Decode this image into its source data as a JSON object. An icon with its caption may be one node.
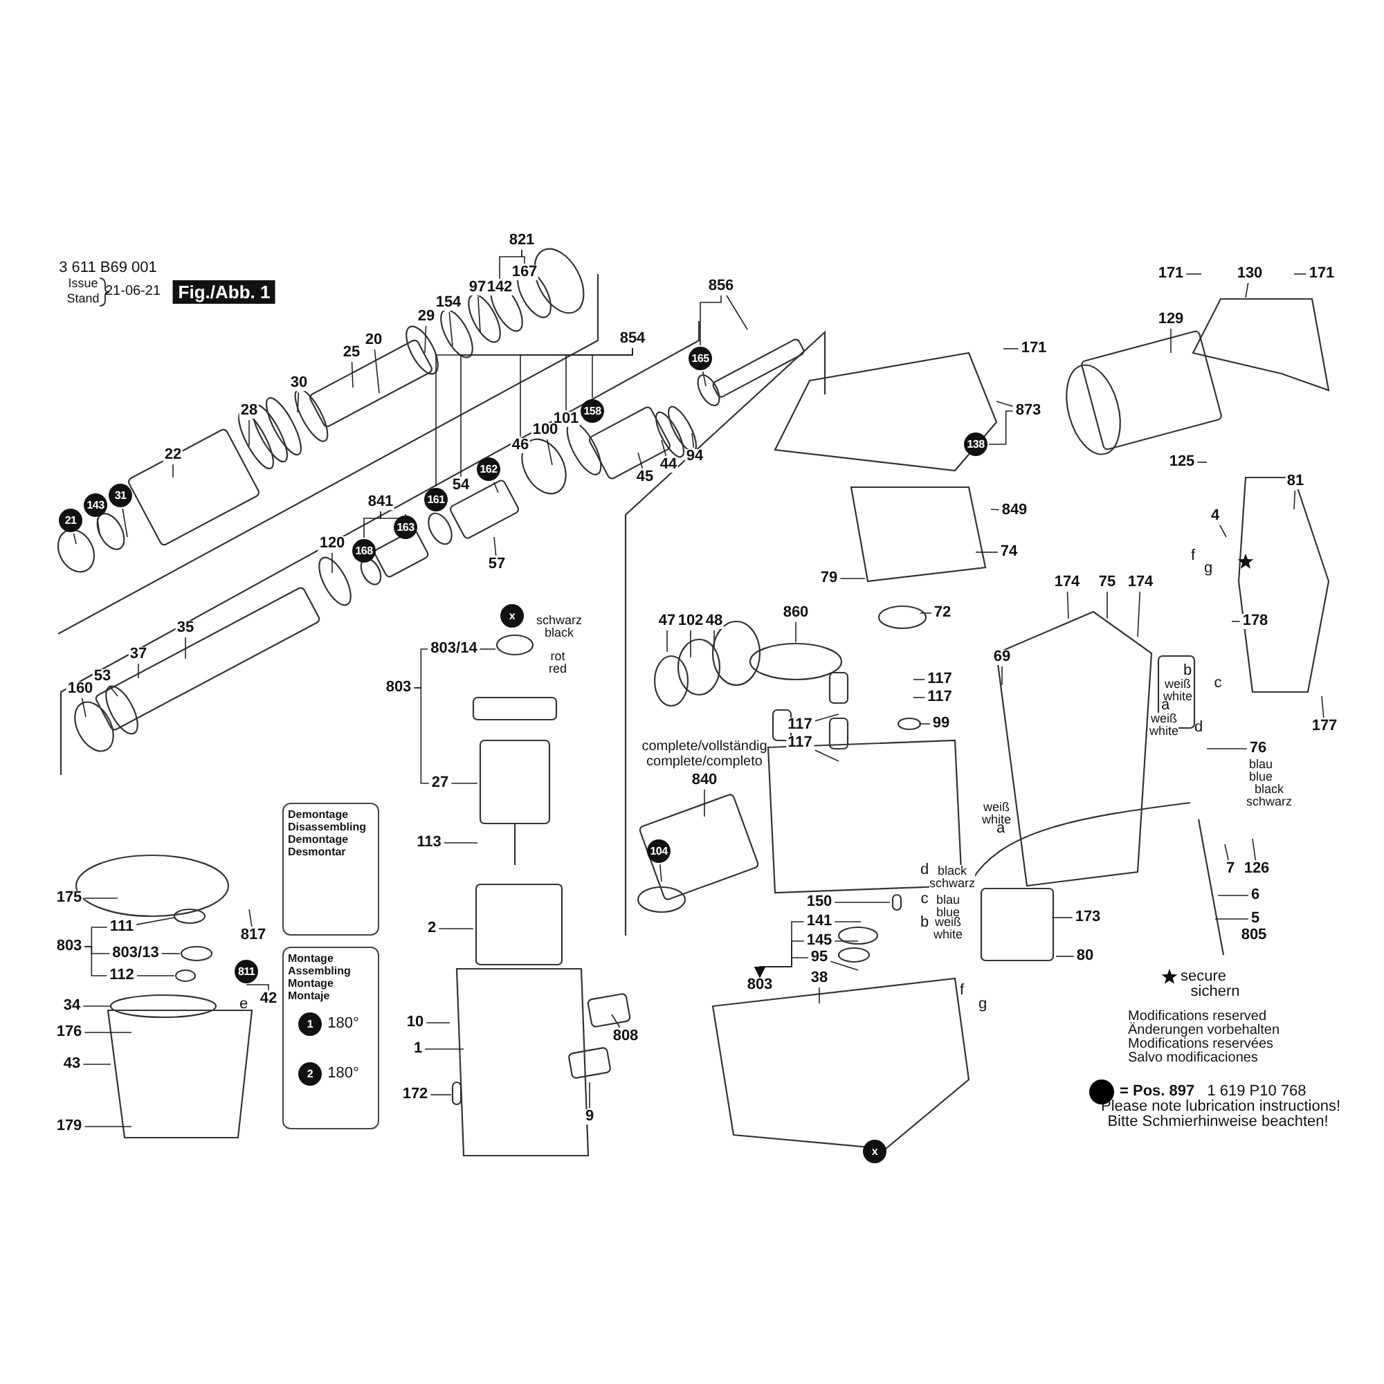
{
  "diagram": {
    "title": "Fig./Abb. 1",
    "nodes": [
      {
        "text": [
          "821"
        ]
      },
      {
        "text": [
          "167"
        ]
      },
      {
        "text": [
          "142"
        ]
      },
      {
        "text": [
          "97"
        ]
      },
      {
        "text": [
          "154"
        ]
      },
      {
        "text": [
          "29"
        ]
      },
      {
        "text": [
          "20"
        ]
      },
      {
        "text": [
          "25"
        ]
      },
      {
        "text": [
          "30"
        ]
      },
      {
        "text": [
          "28"
        ]
      },
      {
        "text": [
          "22"
        ]
      },
      {
        "text": [
          "21"
        ]
      },
      {
        "text": [
          "143"
        ]
      },
      {
        "text": [
          "31"
        ]
      },
      {
        "text": [
          "854"
        ]
      },
      {
        "text": [
          "856"
        ]
      },
      {
        "text": [
          "165"
        ]
      },
      {
        "text": [
          "158"
        ]
      },
      {
        "text": [
          "101"
        ]
      },
      {
        "text": [
          "100"
        ]
      },
      {
        "text": [
          "46"
        ]
      },
      {
        "text": [
          "94"
        ]
      },
      {
        "text": [
          "44"
        ]
      },
      {
        "text": [
          "45"
        ]
      },
      {
        "text": [
          "162"
        ]
      },
      {
        "text": [
          "54"
        ]
      },
      {
        "text": [
          "161"
        ]
      },
      {
        "text": [
          "841"
        ]
      },
      {
        "text": [
          "163"
        ]
      },
      {
        "text": [
          "168"
        ]
      },
      {
        "text": [
          "120"
        ]
      },
      {
        "text": [
          "57"
        ]
      },
      {
        "text": [
          "171"
        ]
      },
      {
        "text": [
          "873"
        ]
      },
      {
        "text": [
          "138"
        ]
      },
      {
        "text": [
          "171"
        ]
      },
      {
        "text": [
          "130"
        ]
      },
      {
        "text": [
          "171"
        ]
      },
      {
        "text": [
          "129"
        ]
      },
      {
        "text": [
          "125"
        ]
      },
      {
        "text": [
          "81"
        ]
      },
      {
        "text": [
          "849"
        ]
      },
      {
        "text": [
          "4"
        ]
      },
      {
        "text": [
          "74"
        ]
      },
      {
        "text": [
          "79"
        ]
      },
      {
        "text": [
          "174"
        ]
      },
      {
        "text": [
          "75"
        ]
      },
      {
        "text": [
          "174"
        ]
      },
      {
        "text": [
          "178"
        ]
      },
      {
        "text": [
          "72"
        ]
      },
      {
        "text": [
          "860"
        ]
      },
      {
        "text": [
          "47"
        ]
      },
      {
        "text": [
          "102"
        ]
      },
      {
        "text": [
          "48"
        ]
      },
      {
        "text": [
          "35"
        ]
      },
      {
        "text": [
          "803/14"
        ]
      },
      {
        "text": [
          "37"
        ]
      },
      {
        "text": [
          "69"
        ]
      },
      {
        "text": [
          "53"
        ]
      },
      {
        "text": [
          "117"
        ]
      },
      {
        "text": [
          "803"
        ]
      },
      {
        "text": [
          "160"
        ]
      },
      {
        "text": [
          "117"
        ]
      },
      {
        "text": [
          "99"
        ]
      },
      {
        "text": [
          "117"
        ]
      },
      {
        "text": [
          "177"
        ]
      },
      {
        "text": [
          "117"
        ]
      },
      {
        "text": [
          "76"
        ]
      },
      {
        "text": [
          "840"
        ],
        "beside": [
          "complete/vollständig",
          "complete/completo"
        ]
      },
      {
        "text": [
          "27"
        ]
      },
      {
        "text": [
          "Demontage Disassembling Demontage Desmontar"
        ]
      },
      {
        "text": [
          "113"
        ]
      },
      {
        "text": [
          "104"
        ]
      },
      {
        "text": [
          "7"
        ]
      },
      {
        "text": [
          "126"
        ]
      },
      {
        "text": [
          "175"
        ]
      },
      {
        "text": [
          "6"
        ]
      },
      {
        "text": [
          "150"
        ]
      },
      {
        "text": [
          "2"
        ]
      },
      {
        "text": [
          "173"
        ]
      },
      {
        "text": [
          "5"
        ]
      },
      {
        "text": [
          "141"
        ]
      },
      {
        "text": [
          "111"
        ]
      },
      {
        "text": [
          "817"
        ]
      },
      {
        "text": [
          "805"
        ]
      },
      {
        "text": [
          "Montage Assembling Montage Montaje"
        ]
      },
      {
        "text": [
          "145"
        ]
      },
      {
        "text": [
          "803"
        ]
      },
      {
        "text": [
          "811"
        ]
      },
      {
        "text": [
          "803/13"
        ]
      },
      {
        "text": [
          "80"
        ]
      },
      {
        "text": [
          "95"
        ]
      },
      {
        "text": [
          "112"
        ]
      },
      {
        "text": [
          "42"
        ]
      },
      {
        "text": [
          "803"
        ]
      },
      {
        "text": [
          "38"
        ]
      },
      {
        "text": [
          "34"
        ]
      },
      {
        "text": [
          "10"
        ]
      },
      {
        "text": [
          "176"
        ]
      },
      {
        "text": [
          "808"
        ]
      },
      {
        "text": [
          "1"
        ]
      },
      {
        "text": [
          "43"
        ]
      },
      {
        "text": [
          "172"
        ]
      },
      {
        "text": [
          "9"
        ]
      },
      {
        "text": [
          "179"
        ]
      },
      {
        "text": [
          "x"
        ]
      },
      {
        "text": [
          "x"
        ]
      }
    ],
    "edges": [
      {
        "from": 0,
        "to": 1,
        "arrow": "none"
      },
      {
        "from": 0,
        "to": 2,
        "arrow": "none"
      },
      {
        "from": 3,
        "to": null,
        "arrow": "none"
      },
      {
        "from": 4,
        "to": null,
        "arrow": "none"
      },
      {
        "from": 5,
        "to": null,
        "arrow": "none"
      },
      {
        "from": 6,
        "to": null,
        "arrow": "none"
      },
      {
        "from": 7,
        "to": null,
        "arrow": "none"
      },
      {
        "from": 8,
        "to": null,
        "arrow": "none"
      },
      {
        "from": 9,
        "to": null,
        "arrow": "none"
      },
      {
        "from": 10,
        "to": null,
        "arrow": "none"
      },
      {
        "from": 11,
        "to": null,
        "arrow": "none"
      },
      {
        "from": 12,
        "to": null,
        "arrow": "none"
      },
      {
        "from": 13,
        "to": null,
        "arrow": "none"
      },
      {
        "from": 14,
        "to": 17,
        "arrow": "none"
      },
      {
        "from": 14,
        "to": 18,
        "arrow": "none"
      },
      {
        "from": 14,
        "to": 20,
        "arrow": "none"
      },
      {
        "from": 14,
        "to": 25,
        "arrow": "none"
      },
      {
        "from": 14,
        "to": 26,
        "arrow": "none"
      },
      {
        "from": 15,
        "to": 16,
        "arrow": "none"
      },
      {
        "from": 15,
        "to": null,
        "arrow": "none"
      },
      {
        "from": 16,
        "to": null,
        "arrow": "none"
      },
      {
        "from": 19,
        "to": null,
        "arrow": "none"
      },
      {
        "from": 21,
        "to": null,
        "arrow": "none"
      },
      {
        "from": 22,
        "to": null,
        "arrow": "none"
      },
      {
        "from": 23,
        "to": null,
        "arrow": "none"
      },
      {
        "from": 24,
        "to": null,
        "arrow": "none"
      },
      {
        "from": 27,
        "to": 29,
        "arrow": "none"
      },
      {
        "from": 27,
        "to": 28,
        "arrow": "none"
      },
      {
        "from": 30,
        "to": null,
        "arrow": "none"
      },
      {
        "from": 31,
        "to": null,
        "arrow": "none"
      },
      {
        "from": 32,
        "to": null,
        "arrow": "none"
      },
      {
        "from": 33,
        "to": null,
        "arrow": "none"
      },
      {
        "from": 33,
        "to": 34,
        "arrow": "none"
      },
      {
        "from": 35,
        "to": null,
        "arrow": "none"
      },
      {
        "from": 36,
        "to": null,
        "arrow": "none"
      },
      {
        "from": 37,
        "to": null,
        "arrow": "none"
      },
      {
        "from": 38,
        "to": null,
        "arrow": "none"
      },
      {
        "from": 39,
        "to": null,
        "arrow": "none"
      },
      {
        "from": 40,
        "to": null,
        "arrow": "none"
      },
      {
        "from": 41,
        "to": null,
        "arrow": "none"
      },
      {
        "from": 42,
        "to": null,
        "arrow": "none"
      },
      {
        "from": 43,
        "to": null,
        "arrow": "none"
      },
      {
        "from": 44,
        "to": null,
        "arrow": "none"
      },
      {
        "from": 45,
        "to": null,
        "arrow": "none"
      },
      {
        "from": 46,
        "to": null,
        "arrow": "none"
      },
      {
        "from": 47,
        "to": null,
        "arrow": "none"
      },
      {
        "from": 48,
        "to": null,
        "arrow": "none"
      },
      {
        "from": 49,
        "to": null,
        "arrow": "none"
      },
      {
        "from": 50,
        "to": null,
        "arrow": "none"
      },
      {
        "from": 51,
        "to": null,
        "arrow": "none"
      },
      {
        "from": 52,
        "to": null,
        "arrow": "none"
      },
      {
        "from": 53,
        "to": null,
        "arrow": "none"
      },
      {
        "from": 54,
        "to": null,
        "arrow": "none"
      },
      {
        "from": 55,
        "to": null,
        "arrow": "none"
      },
      {
        "from": 56,
        "to": null,
        "arrow": "none"
      },
      {
        "from": 57,
        "to": null,
        "arrow": "none"
      },
      {
        "from": 58,
        "to": null,
        "arrow": "none"
      },
      {
        "from": 59,
        "to": null,
        "arrow": "none"
      },
      {
        "from": 60,
        "to": 55,
        "arrow": "none"
      },
      {
        "from": 60,
        "to": 69,
        "arrow": "none"
      },
      {
        "from": 61,
        "to": null,
        "arrow": "none"
      },
      {
        "from": 62,
        "to": null,
        "arrow": "none"
      },
      {
        "from": 63,
        "to": null,
        "arrow": "none"
      },
      {
        "from": 64,
        "to": null,
        "arrow": "none"
      },
      {
        "from": 65,
        "to": null,
        "arrow": "none"
      },
      {
        "from": 66,
        "to": null,
        "arrow": "none"
      },
      {
        "from": 67,
        "to": null,
        "arrow": "none"
      },
      {
        "from": 68,
        "to": null,
        "arrow": "none"
      },
      {
        "from": 69,
        "to": null,
        "arrow": "none"
      },
      {
        "from": 71,
        "to": null,
        "arrow": "none"
      },
      {
        "from": 72,
        "to": null,
        "arrow": "none"
      },
      {
        "from": 73,
        "to": null,
        "arrow": "none"
      },
      {
        "from": 74,
        "to": null,
        "arrow": "none"
      },
      {
        "from": 75,
        "to": null,
        "arrow": "none"
      },
      {
        "from": 76,
        "to": null,
        "arrow": "none"
      },
      {
        "from": 77,
        "to": null,
        "arrow": "none"
      },
      {
        "from": 78,
        "to": null,
        "arrow": "none"
      },
      {
        "from": 79,
        "to": null,
        "arrow": "none"
      },
      {
        "from": 80,
        "to": null,
        "arrow": "none"
      },
      {
        "from": 81,
        "to": null,
        "arrow": "none"
      },
      {
        "from": 82,
        "to": null,
        "arrow": "none"
      },
      {
        "from": 83,
        "to": null,
        "arrow": "none"
      },
      {
        "from": 86,
        "to": null,
        "arrow": "none"
      },
      {
        "from": 87,
        "to": 82,
        "arrow": "none"
      },
      {
        "from": 87,
        "to": 89,
        "arrow": "none"
      },
      {
        "from": 87,
        "to": 92,
        "arrow": "none"
      },
      {
        "from": 89,
        "to": null,
        "arrow": "none"
      },
      {
        "from": 90,
        "to": null,
        "arrow": "none"
      },
      {
        "from": 91,
        "to": null,
        "arrow": "none"
      },
      {
        "from": 92,
        "to": null,
        "arrow": "none"
      },
      {
        "from": 93,
        "to": 88,
        "arrow": "none"
      },
      {
        "from": 95,
        "to": null,
        "arrow": "none"
      },
      {
        "from": 96,
        "to": null,
        "arrow": "none"
      },
      {
        "from": 97,
        "to": null,
        "arrow": "none"
      },
      {
        "from": 98,
        "to": null,
        "arrow": "none"
      },
      {
        "from": 99,
        "to": null,
        "arrow": "none"
      },
      {
        "from": 100,
        "to": null,
        "arrow": "none"
      },
      {
        "from": 101,
        "to": null,
        "arrow": "none"
      },
      {
        "from": 102,
        "to": null,
        "arrow": "none"
      },
      {
        "from": 103,
        "to": null,
        "arrow": "none"
      },
      {
        "from": 104,
        "to": null,
        "arrow": "none"
      },
      {
        "from": 81,
        "to": 94,
        "arrow": "to"
      },
      {
        "from": 86,
        "to": 94,
        "arrow": "to"
      },
      {
        "from": 91,
        "to": 94,
        "arrow": "to"
      }
    ],
    "labels": [
      "3 611 B69 001",
      "Issue",
      "Stand",
      "21-06-21",
      "f",
      "g",
      "schwarz black",
      "rot red",
      "b",
      "c",
      "weiß white",
      "a",
      "weiß white",
      "d",
      "blau blue",
      "black schwarz",
      "weiß white",
      "a",
      "d",
      "black schwarz",
      "c",
      "blau blue",
      "b",
      "weiß white",
      "1",
      "180°",
      "2",
      "180°",
      "e",
      "f",
      "g",
      "sichern",
      "Modifications reserved Änderungen vorbehalten Modifications reservées Salvo modificaciones",
      "1 619 P10 768",
      "Please note lubrication instructions!",
      "Bitte Schmierhinweise beachten!"
    ],
    "legend": [
      {
        "text": "secure"
      },
      {
        "text": "= Pos. 897",
        "color": "#000000"
      }
    ]
  }
}
